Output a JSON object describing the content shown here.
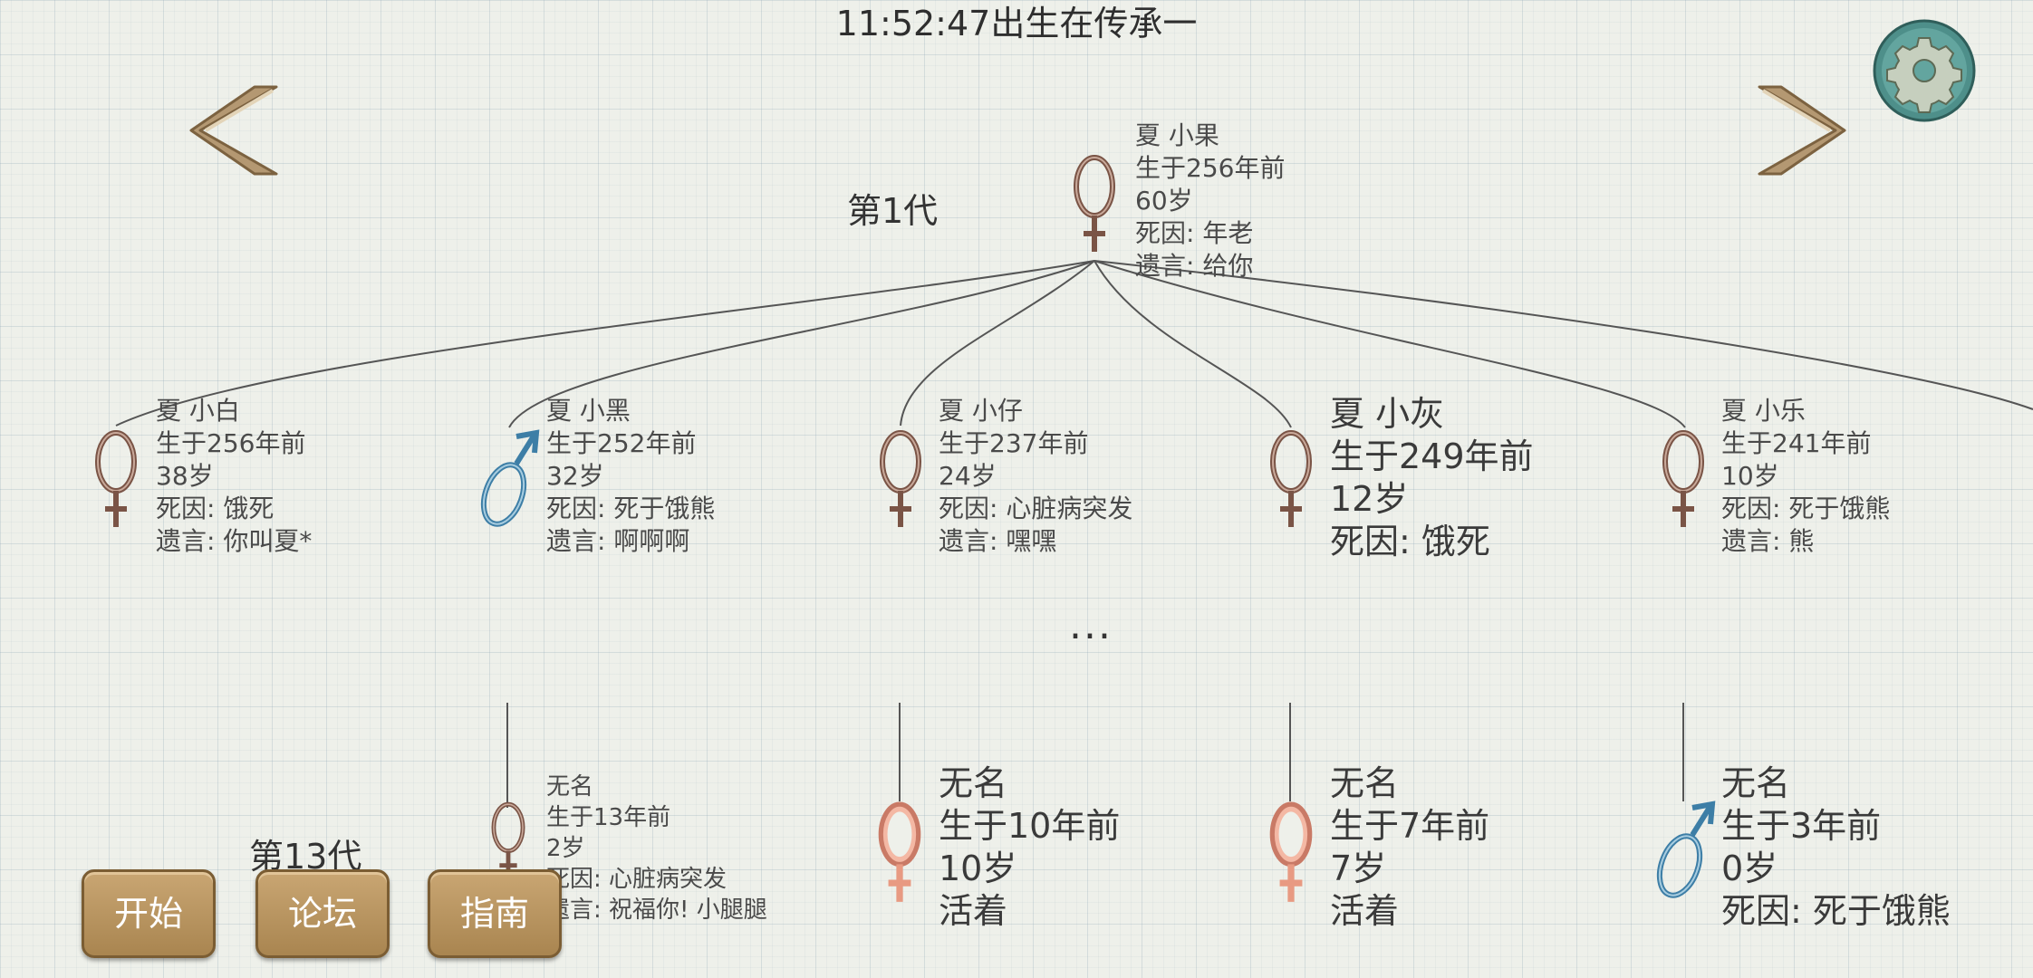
{
  "header": {
    "subtitle": "11:52:47出生在传承一"
  },
  "generations": {
    "first_label": "第1代",
    "last_label": "第13代"
  },
  "root": {
    "name": "夏 小果",
    "born": "生于256年前",
    "age": "60岁",
    "cause": "死因: 年老",
    "words": "遗言: 给你",
    "gender": "female"
  },
  "children": [
    {
      "name": "夏 小白",
      "born": "生于256年前",
      "age": "38岁",
      "cause": "死因: 饿死",
      "words": "遗言: 你叫夏*",
      "gender": "female"
    },
    {
      "name": "夏 小黑",
      "born": "生于252年前",
      "age": "32岁",
      "cause": "死因: 死于饿熊",
      "words": "遗言: 啊啊啊",
      "gender": "male"
    },
    {
      "name": "夏 小仔",
      "born": "生于237年前",
      "age": "24岁",
      "cause": "死因: 心脏病突发",
      "words": "遗言: 嘿嘿",
      "gender": "female"
    },
    {
      "name": "夏 小灰",
      "born": "生于249年前",
      "age": "12岁",
      "cause": "死因: 饿死",
      "gender": "female"
    },
    {
      "name": "夏 小乐",
      "born": "生于241年前",
      "age": "10岁",
      "cause": "死因: 死于饿熊",
      "words": "遗言: 熊",
      "gender": "female"
    }
  ],
  "ellipsis": "...",
  "descendants": [
    {
      "name": "无名",
      "born": "生于13年前",
      "age": "2岁",
      "cause": "死因: 心脏病突发",
      "words": "遗言: 祝福你! 小腿腿",
      "gender": "female"
    },
    {
      "name": "无名",
      "born": "生于10年前",
      "age": "10岁",
      "status": "活着",
      "gender": "female-alive"
    },
    {
      "name": "无名",
      "born": "生于7年前",
      "age": "7岁",
      "status": "活着",
      "gender": "female-alive"
    },
    {
      "name": "无名",
      "born": "生于3年前",
      "age": "0岁",
      "cause": "死因: 死于饿熊",
      "gender": "male"
    }
  ],
  "buttons": {
    "start": "开始",
    "forum": "论坛",
    "guide": "指南"
  },
  "colors": {
    "female": "#7a5446",
    "female_alive": "#f0a088",
    "male": "#3d7ea6",
    "button": "#b8935e",
    "settings": "#5a9a94"
  }
}
